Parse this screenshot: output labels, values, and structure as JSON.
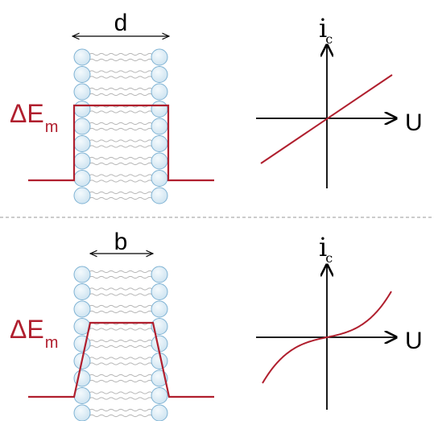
{
  "top_panel": {
    "width_label": "d",
    "energy_symbol": "ΔE",
    "energy_subscript": "m",
    "current_symbol": "i",
    "current_subscript": "c",
    "voltage_symbol": "U",
    "barrier_shape": "rectangular",
    "iv_curve": "linear"
  },
  "bottom_panel": {
    "width_label": "b",
    "energy_symbol": "ΔE",
    "energy_subscript": "m",
    "current_symbol": "i",
    "current_subscript": "c",
    "voltage_symbol": "U",
    "barrier_shape": "trapezoidal",
    "iv_curve": "cubic"
  },
  "colors": {
    "barrier": "#b01f2e",
    "label_red": "#b01f2e",
    "lipid_head_fill": "#dcecf6",
    "lipid_head_stroke": "#7fb3d4",
    "lipid_tail": "#b5b5b5",
    "axis": "#000000",
    "divider": "#9a9a9a"
  }
}
